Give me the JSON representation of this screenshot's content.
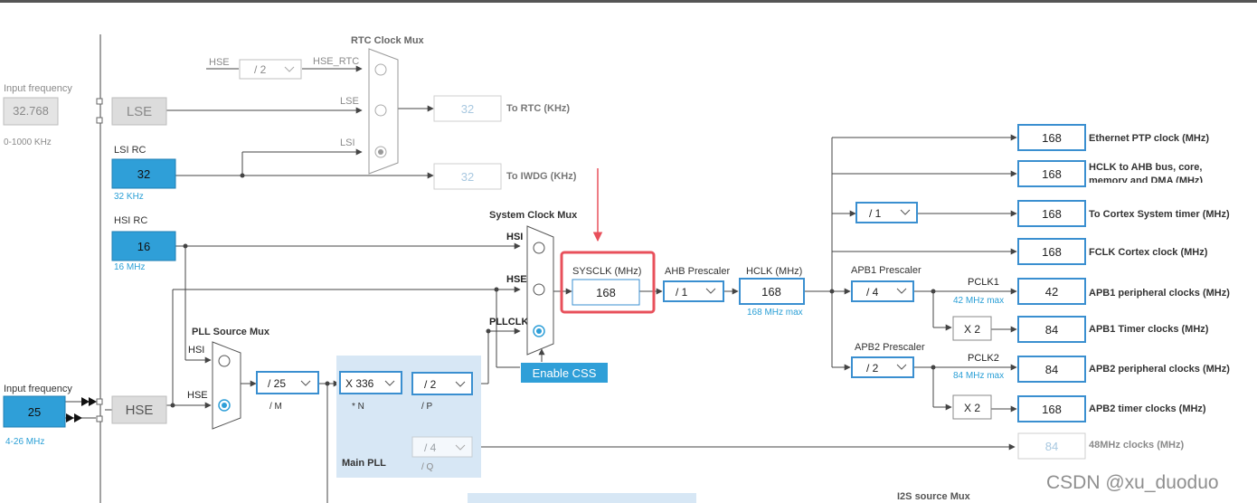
{
  "colors": {
    "accent": "#2f9fd8",
    "box_border": "#3a8fd0",
    "highlight": "#e8505b",
    "panel": "#d7e7f5",
    "line": "#444444"
  },
  "lse_section": {
    "input_label": "Input frequency",
    "input_value": "32.768",
    "range": "0-1000 KHz",
    "block": "LSE"
  },
  "lsi": {
    "title": "LSI RC",
    "value": "32",
    "sub": "32 KHz"
  },
  "hsi": {
    "title": "HSI RC",
    "value": "16",
    "sub": "16 MHz"
  },
  "hse_section": {
    "input_label": "Input frequency",
    "input_value": "25",
    "range": "4-26 MHz",
    "block": "HSE"
  },
  "rtc": {
    "title": "RTC Clock Mux",
    "hse_prefix": "HSE",
    "hse_div": "/ 2",
    "in_hse_rtc": "HSE_RTC",
    "in_lse": "LSE",
    "in_lsi": "LSI",
    "out_rtc_value": "32",
    "out_rtc_label": "To RTC (KHz)",
    "out_iwdg_value": "32",
    "out_iwdg_label": "To IWDG (KHz)"
  },
  "pll": {
    "source_mux_title": "PLL Source Mux",
    "in_hsi": "HSI",
    "in_hse": "HSE",
    "m_value": "/ 25",
    "m_label": "/ M",
    "n_value": "X 336",
    "n_label": "* N",
    "p_value": "/ 2",
    "p_label": "/ P",
    "q_value": "/ 4",
    "q_label": "/ Q",
    "main_label": "Main PLL"
  },
  "sysmux": {
    "title": "System Clock Mux",
    "in_hsi": "HSI",
    "in_hse": "HSE",
    "in_pll": "PLLCLK",
    "css_button": "Enable CSS"
  },
  "sysclk": {
    "label": "SYSCLK (MHz)",
    "value": "168"
  },
  "ahb": {
    "label": "AHB Prescaler",
    "value": "/ 1"
  },
  "hclk": {
    "label": "HCLK (MHz)",
    "value": "168",
    "max": "168 MHz max"
  },
  "cortex_div": "/ 1",
  "apb1": {
    "label": "APB1 Prescaler",
    "value": "/ 4",
    "pclk_label": "PCLK1",
    "max": "42 MHz max",
    "timer_mult": "X 2"
  },
  "apb2": {
    "label": "APB2 Prescaler",
    "value": "/ 2",
    "pclk_label": "PCLK2",
    "max": "84 MHz max",
    "timer_mult": "X 2"
  },
  "outputs": [
    {
      "value": "168",
      "label": "Ethernet PTP clock (MHz)"
    },
    {
      "value": "168",
      "label": "HCLK to AHB bus, core,",
      "label2": "memory and DMA (MHz)"
    },
    {
      "value": "168",
      "label": "To Cortex System timer (MHz)"
    },
    {
      "value": "168",
      "label": "FCLK Cortex clock (MHz)"
    },
    {
      "value": "42",
      "label": "APB1 peripheral clocks (MHz)"
    },
    {
      "value": "84",
      "label": "APB1 Timer clocks (MHz)"
    },
    {
      "value": "84",
      "label": "APB2 peripheral clocks (MHz)"
    },
    {
      "value": "168",
      "label": "APB2 timer clocks (MHz)"
    },
    {
      "value": "84",
      "label": "48MHz clocks (MHz)"
    }
  ],
  "i2s": {
    "title": "I2S source Mux"
  },
  "watermark": "CSDN @xu_duoduo"
}
